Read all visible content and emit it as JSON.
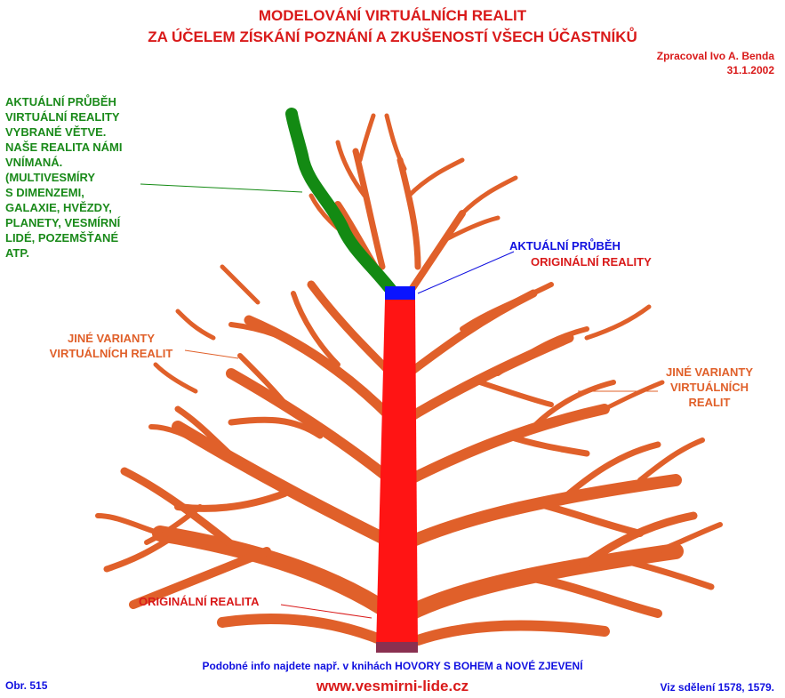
{
  "header": {
    "title_line1": "MODELOVÁNÍ VIRTUÁLNÍCH REALIT",
    "title_line2": "ZA ÚČELEM ZÍSKÁNÍ POZNÁNÍ A ZKUŠENOSTÍ VŠECH ÚČASTNÍKŮ",
    "author": "Zpracoval Ivo A. Benda",
    "date": "31.1.2002"
  },
  "labels": {
    "green_branch": [
      "AKTUÁLNÍ PRŮBĚH",
      "VIRTUÁLNÍ REALITY",
      "VYBRANÉ VĚTVE.",
      "NAŠE REALITA NÁMI",
      "VNÍMANÁ.",
      "(MULTIVESMÍRY",
      "S DIMENZEMI,",
      "GALAXIE, HVĚZDY,",
      "PLANETY, VESMÍRNÍ",
      "LIDÉ, POZEMŠŤANÉ",
      "ATP."
    ],
    "current_original_line1": "AKTUÁLNÍ  PRŮBĚH",
    "current_original_line2": "ORIGINÁLNÍ REALITY",
    "other_left": [
      "JINÉ VARIANTY",
      "VIRTUÁLNÍCH REALIT"
    ],
    "other_right": [
      "JINÉ VARIANTY",
      "VIRTUÁLNÍCH",
      "REALIT"
    ],
    "original": "ORIGINÁLNÍ REALITA"
  },
  "footer": {
    "books_prefix": "Podobné info najdete např. v knihách ",
    "books_title1": "HOVORY S BOHEM",
    "books_and": " a ",
    "books_title2": "NOVÉ ZJEVENÍ",
    "figure": "Obr. 515",
    "website": "www.vesmirni-lide.cz",
    "reference": "Viz sdělení 1578, 1579."
  },
  "colors": {
    "branch": "#e0602a",
    "trunk": "#ff1414",
    "selected_branch": "#138a13",
    "current_marker": "#0a14ff",
    "title": "#d91a1a"
  }
}
